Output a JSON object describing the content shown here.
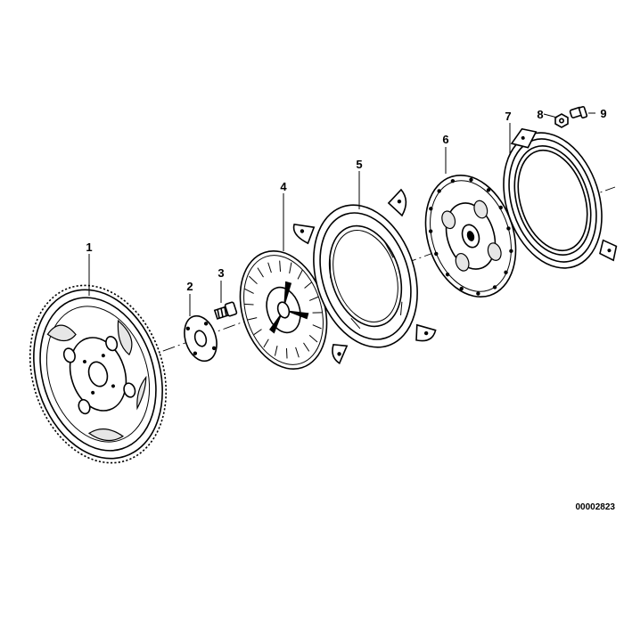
{
  "diagram": {
    "part_numbers": [
      "1",
      "2",
      "3",
      "4",
      "5",
      "6",
      "7",
      "8",
      "9"
    ],
    "drawing_code": "00002823"
  }
}
